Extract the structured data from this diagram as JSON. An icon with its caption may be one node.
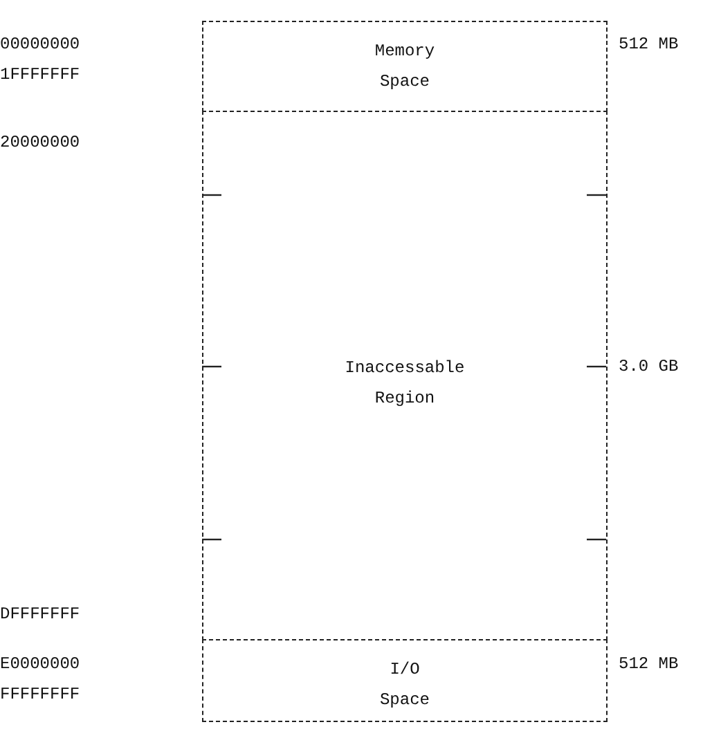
{
  "diagram": {
    "nodes": [
      {
        "text": [
          "Memory Space"
        ],
        "beside": [
          "512 MB"
        ]
      },
      {
        "text": [
          "Inaccessable Region"
        ],
        "beside": [
          "3.0 GB"
        ]
      },
      {
        "text": [
          "I/O Space"
        ],
        "beside": [
          "512 MB"
        ]
      }
    ],
    "labels": [
      "00000000",
      "1FFFFFFF",
      "20000000",
      "DFFFFFFF",
      "E0000000",
      "FFFFFFFF"
    ]
  }
}
